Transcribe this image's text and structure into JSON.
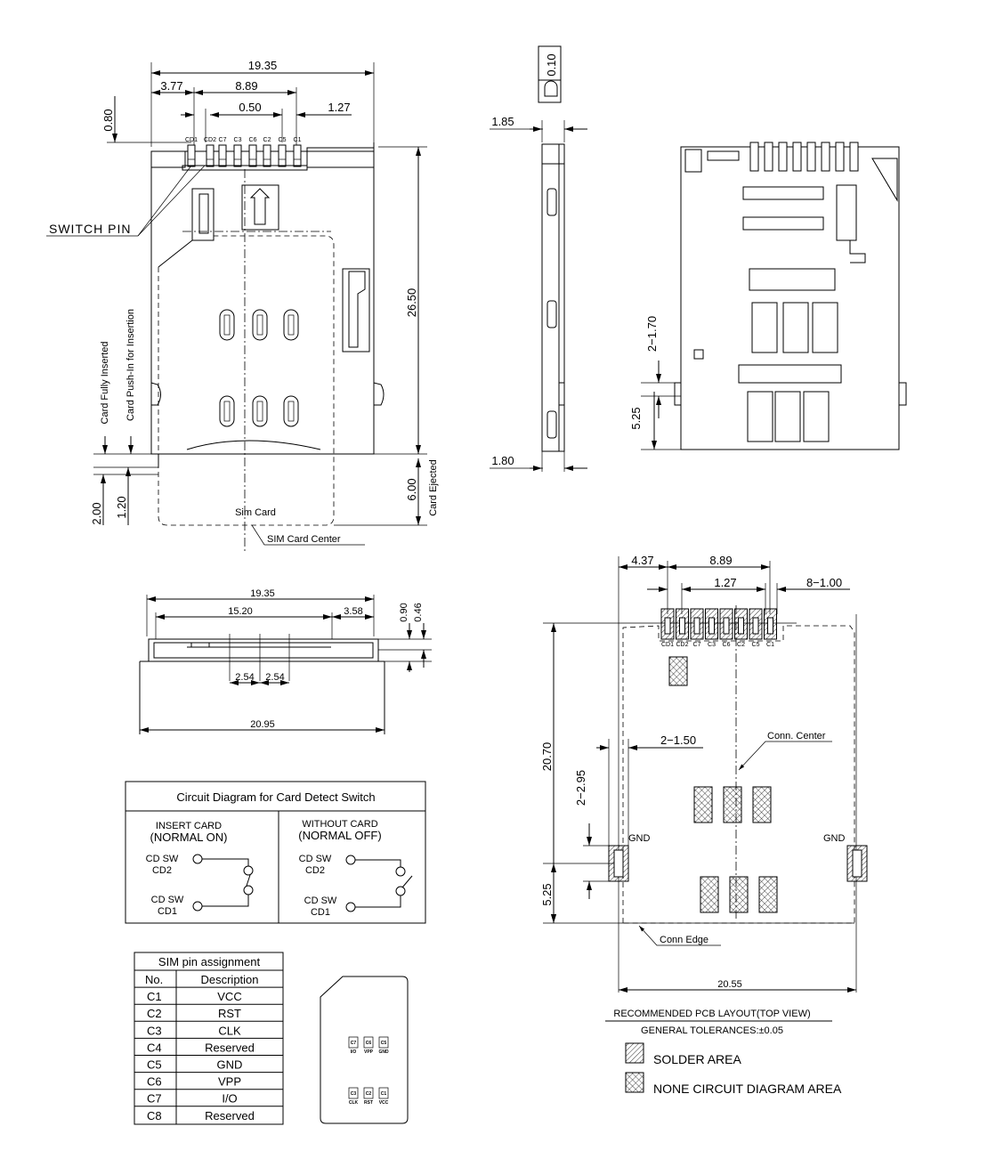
{
  "top_view": {
    "dim_overall_width": "19.35",
    "dim_first_pin": "3.77",
    "dim_pin_span": "8.89",
    "dim_pin_width": "0.50",
    "dim_pitch": "1.27",
    "dim_pin_height": "0.80",
    "pins": [
      "CD1",
      "CD2",
      "C7",
      "C3",
      "C6",
      "C2",
      "C5",
      "C1"
    ],
    "switch_pin_label": "SWITCH PIN",
    "dim_length": "26.50",
    "card_fully_inserted": "Card Fully Inserted",
    "card_push_in": "Card Push-In for Insertion",
    "dim_2_00": "2.00",
    "dim_1_20": "1.20",
    "dim_6_00": "6.00",
    "card_ejected": "Card Ejected",
    "sim_card_label": "Sim Card",
    "sim_card_center": "SIM Card Center"
  },
  "side_view": {
    "dim_top_thickness": "0.10",
    "dim_1_85": "1.85",
    "dim_1_80": "1.80"
  },
  "bottom_view": {
    "dim_2_1_70": "2−1.70",
    "dim_5_25": "5.25"
  },
  "front_view": {
    "dim_19_35": "19.35",
    "dim_15_20": "15.20",
    "dim_3_58": "3.58",
    "dim_0_90": "0.90",
    "dim_0_46": "0.46",
    "dim_2_54_a": "2.54",
    "dim_2_54_b": "2.54",
    "dim_20_95": "20.95"
  },
  "circuit": {
    "title": "Circuit Diagram for Card Detect Switch",
    "left": {
      "title": "INSERT CARD",
      "subtitle": "(NORMAL  ON)",
      "cd2_a": "CD SW",
      "cd2_b": "CD2",
      "cd1_a": "CD SW",
      "cd1_b": "CD1"
    },
    "right": {
      "title": "WITHOUT CARD",
      "subtitle": "(NORMAL  OFF)",
      "cd2_a": "CD SW",
      "cd2_b": "CD2",
      "cd1_a": "CD SW",
      "cd1_b": "CD1"
    }
  },
  "pin_table": {
    "title": "SIM pin assignment",
    "headers": [
      "No.",
      "Description"
    ],
    "rows": [
      [
        "C1",
        "VCC"
      ],
      [
        "C2",
        "RST"
      ],
      [
        "C3",
        "CLK"
      ],
      [
        "C4",
        "Reserved"
      ],
      [
        "C5",
        "GND"
      ],
      [
        "C6",
        "VPP"
      ],
      [
        "C7",
        "I/O"
      ],
      [
        "C8",
        "Reserved"
      ]
    ]
  },
  "sim_card": {
    "top_row": [
      [
        "C7",
        "I/O"
      ],
      [
        "C6",
        "VPP"
      ],
      [
        "C5",
        "GND"
      ]
    ],
    "bottom_row": [
      [
        "C3",
        "CLK"
      ],
      [
        "C2",
        "RST"
      ],
      [
        "C1",
        "VCC"
      ]
    ]
  },
  "pcb": {
    "dim_4_37": "4.37",
    "dim_8_89": "8.89",
    "dim_1_27": "1.27",
    "dim_8_1_00": "8−1.00",
    "pins": [
      "CD1",
      "CD2",
      "C7",
      "C3",
      "C6",
      "C2",
      "C5",
      "C1"
    ],
    "dim_20_70": "20.70",
    "dim_2_1_50": "2−1.50",
    "conn_center": "Conn. Center",
    "dim_2_2_95": "2−2.95",
    "gnd_left": "GND",
    "gnd_right": "GND",
    "dim_5_25": "5.25",
    "conn_edge": "Conn Edge",
    "dim_20_55": "20.55",
    "title": "RECOMMENDED  PCB  LAYOUT(TOP  VIEW)",
    "tolerances": "GENERAL  TOLERANCES:±0.05",
    "legend": {
      "solder": "SOLDER AREA",
      "none_circuit": "NONE CIRCUIT DIAGRAM AREA"
    }
  }
}
